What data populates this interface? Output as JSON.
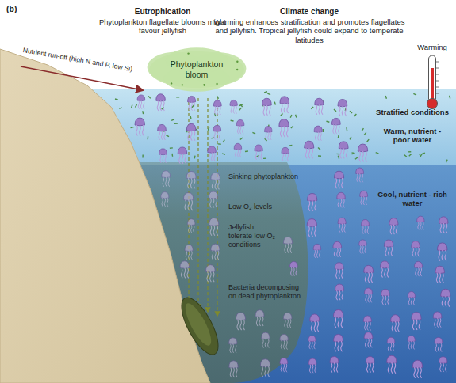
{
  "diagram": {
    "nodes": [
      {
        "text": [
          "Phytoplankton bloom"
        ]
      }
    ],
    "labels": [
      "(b)",
      "Eutrophication",
      "Phytoplankton flagellate blooms might favour jellyfish",
      "Climate change",
      "Warming enhances stratification and promotes flagellates and jellyfish. Tropical jellyfish could expand to temperate latitudes",
      "Warming",
      "Nutrient run-off (high N and P, low Si)",
      "Sinking phytoplankton",
      "Low O₂ levels",
      "Jellyfish tolerate low O₂ conditions",
      "Bacteria decomposing on dead phytoplankton",
      "Stratified conditions",
      "Warm, nutrient - poor water",
      "Cool, nutrient - rich water"
    ]
  }
}
